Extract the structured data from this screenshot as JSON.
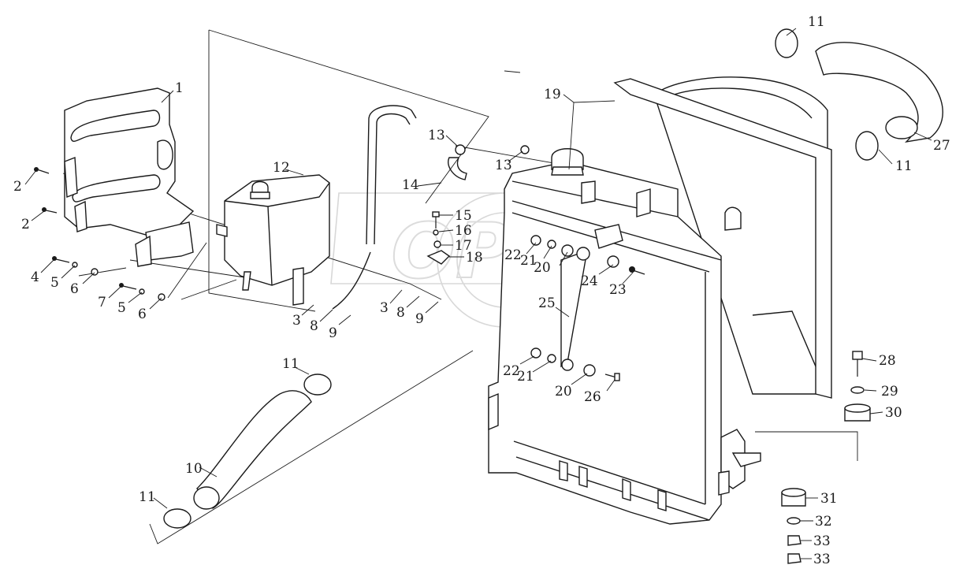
{
  "callouts": [
    {
      "id": "c1",
      "text": "1"
    },
    {
      "id": "c2a",
      "text": "2"
    },
    {
      "id": "c2b",
      "text": "2"
    },
    {
      "id": "c3a",
      "text": "3"
    },
    {
      "id": "c3b",
      "text": "3"
    },
    {
      "id": "c4",
      "text": "4"
    },
    {
      "id": "c5a",
      "text": "5"
    },
    {
      "id": "c5b",
      "text": "5"
    },
    {
      "id": "c6a",
      "text": "6"
    },
    {
      "id": "c6b",
      "text": "6"
    },
    {
      "id": "c7",
      "text": "7"
    },
    {
      "id": "c8a",
      "text": "8"
    },
    {
      "id": "c8b",
      "text": "8"
    },
    {
      "id": "c9a",
      "text": "9"
    },
    {
      "id": "c9b",
      "text": "9"
    },
    {
      "id": "c10",
      "text": "10"
    },
    {
      "id": "c11a",
      "text": "11"
    },
    {
      "id": "c11b",
      "text": "11"
    },
    {
      "id": "c11c",
      "text": "11"
    },
    {
      "id": "c11d",
      "text": "11"
    },
    {
      "id": "c12",
      "text": "12"
    },
    {
      "id": "c13a",
      "text": "13"
    },
    {
      "id": "c13b",
      "text": "13"
    },
    {
      "id": "c14",
      "text": "14"
    },
    {
      "id": "c15",
      "text": "15"
    },
    {
      "id": "c16",
      "text": "16"
    },
    {
      "id": "c17",
      "text": "17"
    },
    {
      "id": "c18",
      "text": "18"
    },
    {
      "id": "c19",
      "text": "19"
    },
    {
      "id": "c20a",
      "text": "20"
    },
    {
      "id": "c20b",
      "text": "20"
    },
    {
      "id": "c21a",
      "text": "21"
    },
    {
      "id": "c21b",
      "text": "21"
    },
    {
      "id": "c22a",
      "text": "22"
    },
    {
      "id": "c22b",
      "text": "22"
    },
    {
      "id": "c23",
      "text": "23"
    },
    {
      "id": "c24",
      "text": "24"
    },
    {
      "id": "c25",
      "text": "25"
    },
    {
      "id": "c26",
      "text": "26"
    },
    {
      "id": "c27",
      "text": "27"
    },
    {
      "id": "c28",
      "text": "28"
    },
    {
      "id": "c29",
      "text": "29"
    },
    {
      "id": "c30",
      "text": "30"
    },
    {
      "id": "c31",
      "text": "31"
    },
    {
      "id": "c32",
      "text": "32"
    },
    {
      "id": "c33a",
      "text": "33"
    },
    {
      "id": "c33b",
      "text": "33"
    }
  ],
  "watermark": {
    "text": "OPEZ"
  },
  "colors": {
    "line": "#1a1a1a",
    "background": "#ffffff",
    "watermark": "#d8d8d8"
  }
}
